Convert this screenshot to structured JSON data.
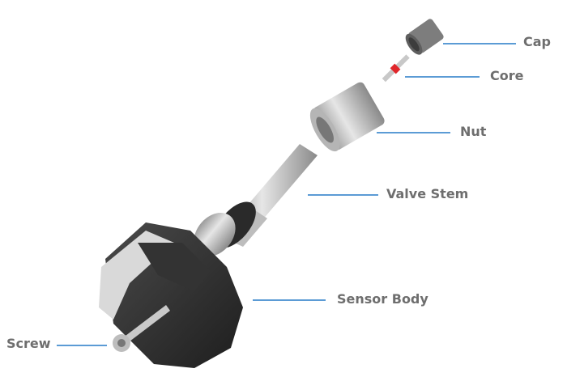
{
  "labels": {
    "cap": "Cap",
    "core": "Core",
    "nut": "Nut",
    "valve_stem": "Valve Stem",
    "sensor_body": "Sensor Body",
    "screw": "Screw"
  },
  "colors": {
    "leader_line": "#5b9bd5",
    "label_text": "#6e6e6e",
    "core_band": "#e0262b"
  }
}
